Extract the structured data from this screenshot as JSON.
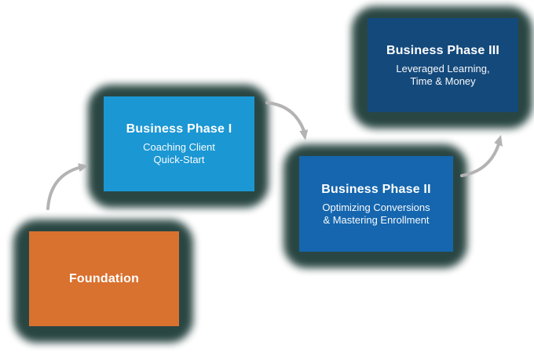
{
  "page": {
    "background_color": "#ffffff"
  },
  "diagram": {
    "type": "flow",
    "shadow_color": "#24413d",
    "arrow_color": "#b3b3b3",
    "text_color": "#ffffff",
    "nodes": [
      {
        "id": "foundation",
        "title": "Foundation",
        "subtitle_lines": [],
        "color": "#d9712f"
      },
      {
        "id": "business-phase-1",
        "title": "Business Phase I",
        "subtitle_lines": [
          "Coaching Client",
          "Quick-Start"
        ],
        "color": "#1b97d3"
      },
      {
        "id": "business-phase-2",
        "title": "Business Phase II",
        "subtitle_lines": [
          "Optimizing Conversions",
          "& Mastering Enrollment"
        ],
        "color": "#1566ae"
      },
      {
        "id": "business-phase-3",
        "title": "Business Phase III",
        "subtitle_lines": [
          "Leveraged Learning,",
          "Time & Money"
        ],
        "color": "#14497b"
      }
    ],
    "arrows": [
      {
        "from": "foundation",
        "to": "business-phase-1"
      },
      {
        "from": "business-phase-1",
        "to": "business-phase-2"
      },
      {
        "from": "business-phase-2",
        "to": "business-phase-3"
      }
    ]
  }
}
